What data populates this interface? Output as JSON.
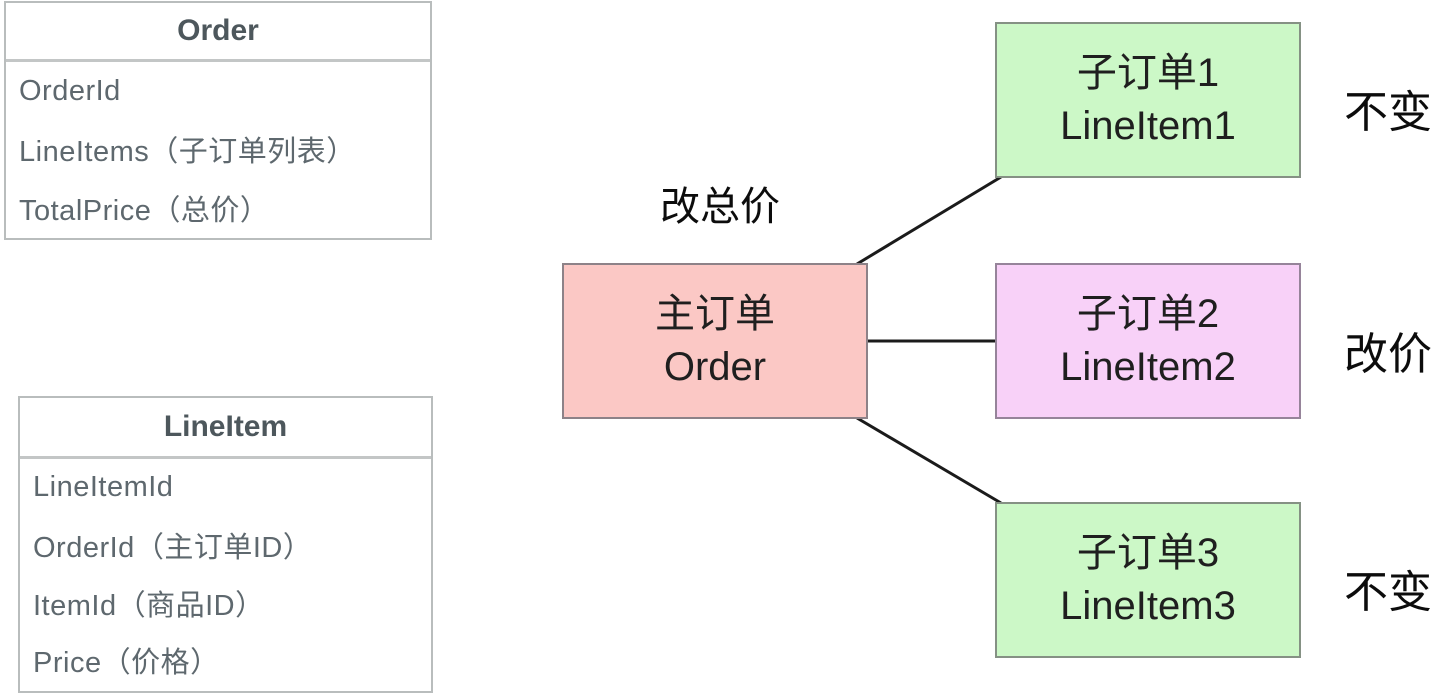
{
  "entity_tables": {
    "order": {
      "title": "Order",
      "rows": [
        "OrderId",
        "LineItems（子订单列表）",
        "TotalPrice（总价）"
      ]
    },
    "lineitem": {
      "title": "LineItem",
      "rows": [
        "LineItemId",
        "OrderId（主订单ID）",
        "ItemId（商品ID）",
        "Price（价格）"
      ]
    }
  },
  "graph": {
    "main_node": {
      "title": "主订单",
      "subtitle": "Order"
    },
    "child_nodes": [
      {
        "title": "子订单1",
        "subtitle": "LineItem1",
        "status": "不变"
      },
      {
        "title": "子订单2",
        "subtitle": "LineItem2",
        "status": "改价"
      },
      {
        "title": "子订单3",
        "subtitle": "LineItem3",
        "status": "不变"
      }
    ],
    "edge_label": "改总价"
  },
  "colors": {
    "main_node_fill": "#fbc8c5",
    "child_unchanged_fill": "#ccf8c7",
    "child_changed_fill": "#f8d1f8",
    "table_border": "#b9bdbd",
    "table_header_text": "#4d575c",
    "table_row_text": "#5e686e",
    "connector": "#1b1b1b"
  }
}
